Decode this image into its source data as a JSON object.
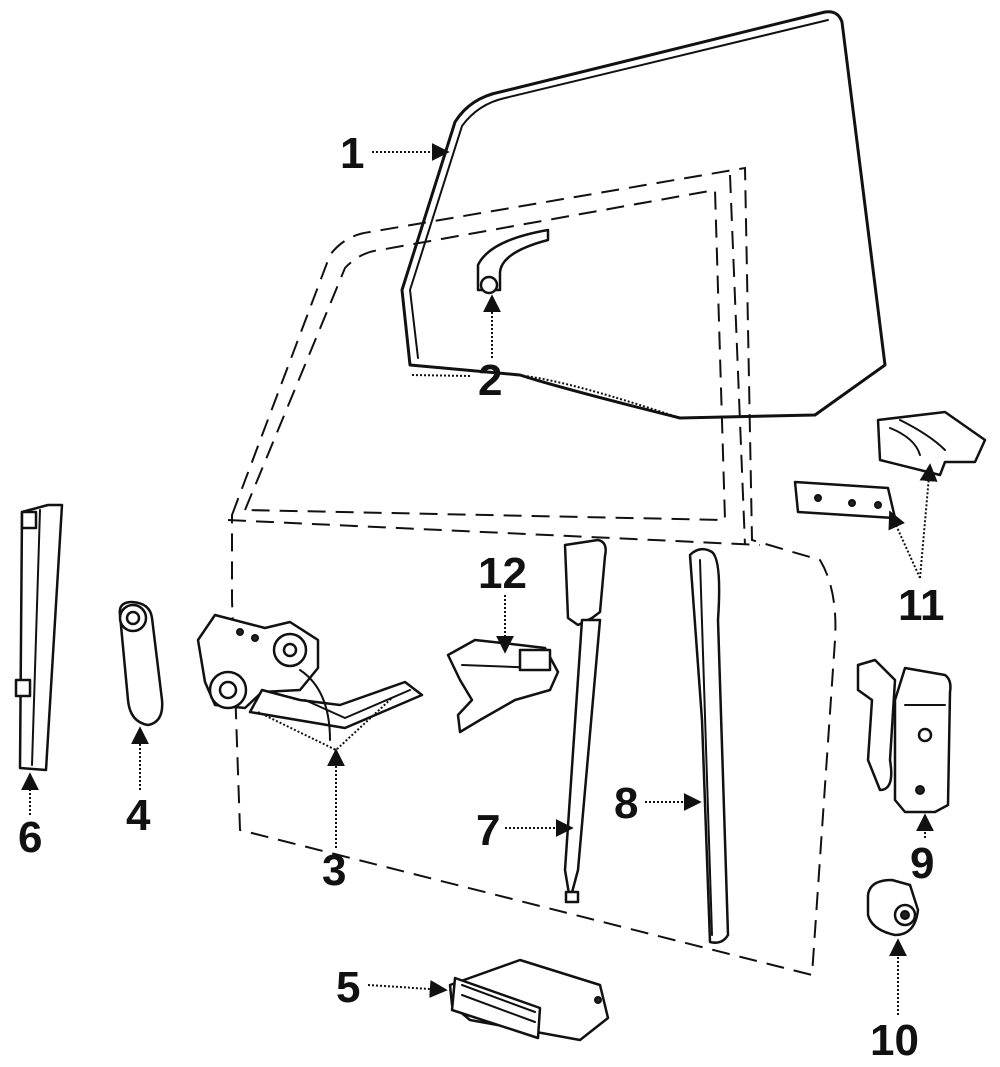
{
  "diagram": {
    "type": "exploded-parts-diagram",
    "callouts": {
      "c1": "1",
      "c2": "2",
      "c3": "3",
      "c4": "4",
      "c5": "5",
      "c6": "6",
      "c7": "7",
      "c8": "8",
      "c9": "9",
      "c10": "10",
      "c11": "11",
      "c12": "12"
    }
  },
  "colors": {
    "ink": "#111111",
    "background": "#ffffff"
  }
}
